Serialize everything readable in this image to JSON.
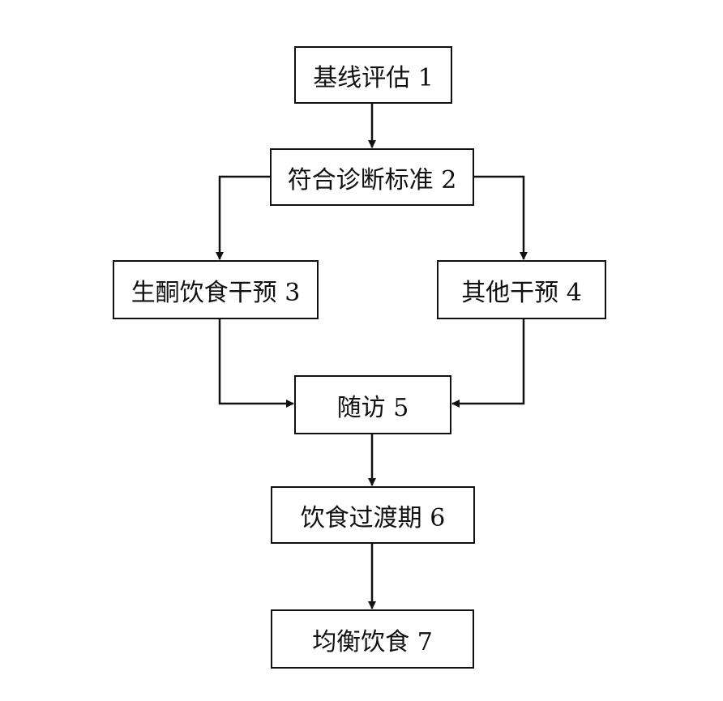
{
  "diagram": {
    "nodes": [
      {
        "id": "n1",
        "label": "基线评估 1"
      },
      {
        "id": "n2",
        "label": "符合诊断标准 2"
      },
      {
        "id": "n3",
        "label": "生酮饮食干预 3"
      },
      {
        "id": "n4",
        "label": "其他干预 4"
      },
      {
        "id": "n5",
        "label": "随访 5"
      },
      {
        "id": "n6",
        "label": "饮食过渡期 6"
      },
      {
        "id": "n7",
        "label": "均衡饮食 7"
      }
    ],
    "edges": [
      {
        "from": "n1",
        "to": "n2"
      },
      {
        "from": "n2",
        "to": "n3"
      },
      {
        "from": "n2",
        "to": "n4"
      },
      {
        "from": "n3",
        "to": "n5"
      },
      {
        "from": "n4",
        "to": "n5"
      },
      {
        "from": "n5",
        "to": "n6"
      },
      {
        "from": "n6",
        "to": "n7"
      }
    ],
    "line_color": "#111111",
    "node_border_color": "#111111",
    "text_color": "#111111"
  }
}
